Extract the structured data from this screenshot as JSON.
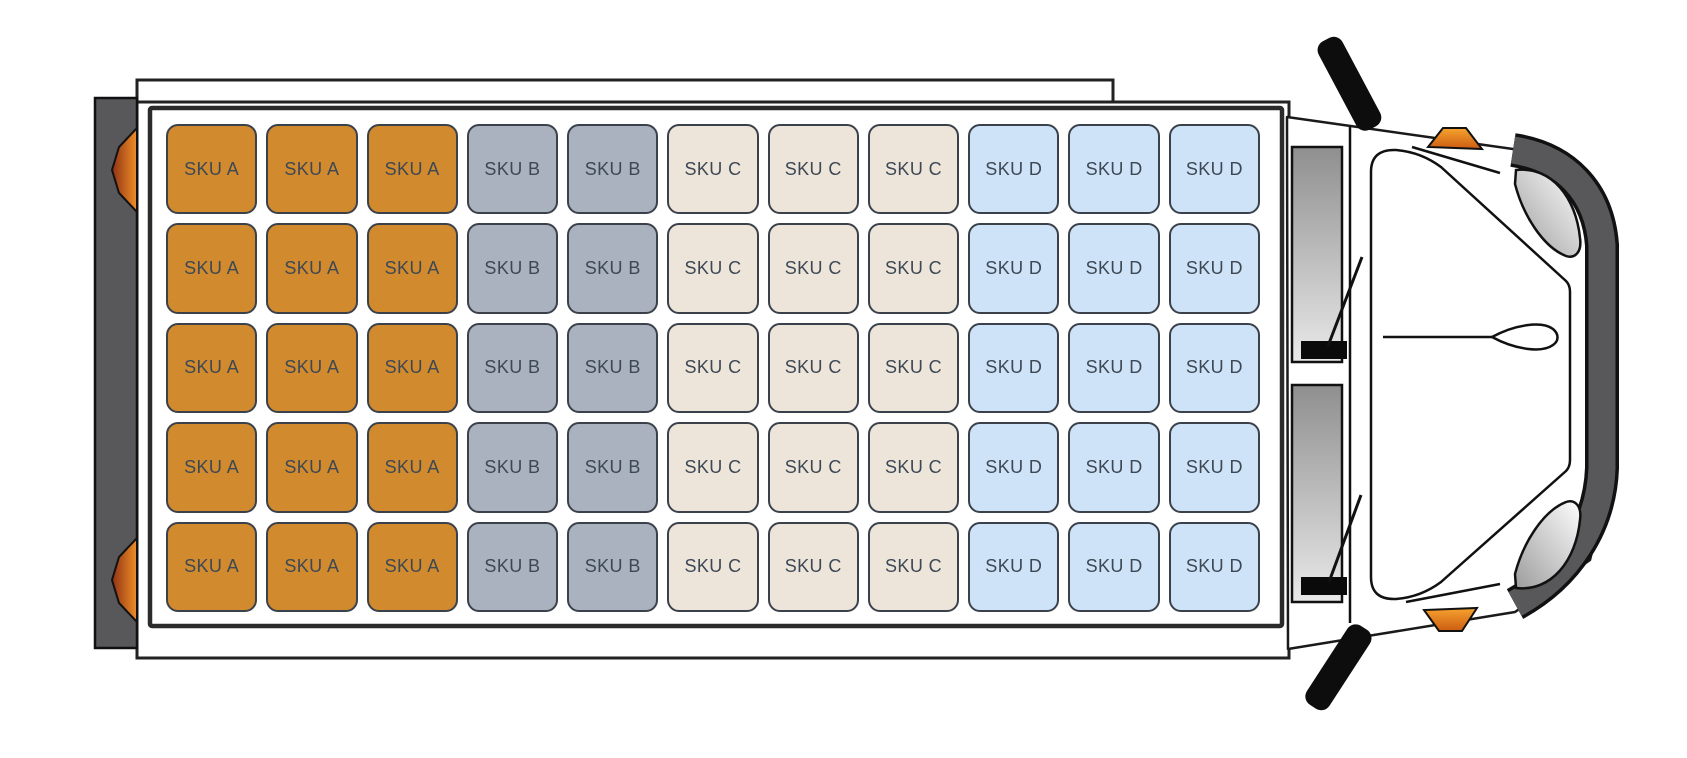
{
  "diagram": {
    "colors": {
      "sku_a": "#d18a2d",
      "sku_b": "#a9b2be",
      "sku_c": "#ede5d9",
      "sku_d": "#cfe3f8",
      "bumper_gray": "#58585a",
      "marker_orange": "#e8831d",
      "label_text": "#3d4855"
    },
    "cargo": {
      "rows": 5,
      "columns": [
        {
          "sku": "SKU A",
          "color_key": "sku_a"
        },
        {
          "sku": "SKU A",
          "color_key": "sku_a"
        },
        {
          "sku": "SKU A",
          "color_key": "sku_a"
        },
        {
          "sku": "SKU B",
          "color_key": "sku_b"
        },
        {
          "sku": "SKU B",
          "color_key": "sku_b"
        },
        {
          "sku": "SKU C",
          "color_key": "sku_c"
        },
        {
          "sku": "SKU C",
          "color_key": "sku_c"
        },
        {
          "sku": "SKU C",
          "color_key": "sku_c"
        },
        {
          "sku": "SKU D",
          "color_key": "sku_d"
        },
        {
          "sku": "SKU D",
          "color_key": "sku_d"
        },
        {
          "sku": "SKU D",
          "color_key": "sku_d"
        }
      ]
    }
  }
}
